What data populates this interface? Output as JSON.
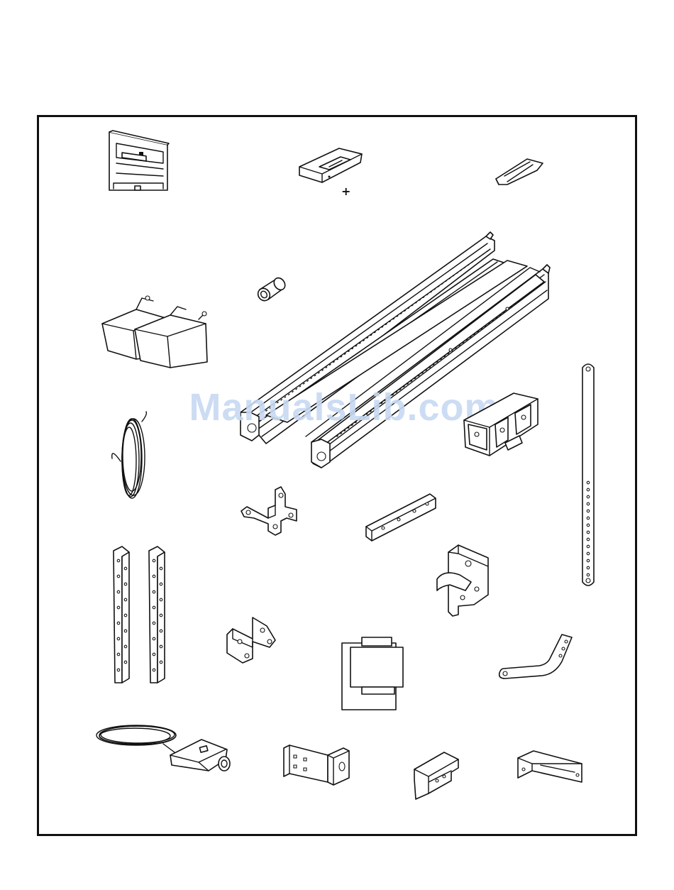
{
  "watermark": {
    "text": "ManualsLib.com"
  },
  "remote_marker": {
    "text": "+"
  },
  "parts": [
    {
      "id": "door-control",
      "icon": "door-control-icon"
    },
    {
      "id": "remote-control",
      "icon": "remote-control-icon"
    },
    {
      "id": "visor-clip",
      "icon": "visor-clip-icon"
    },
    {
      "id": "light-lenses",
      "icon": "light-lens-icon"
    },
    {
      "id": "rail-coupler",
      "icon": "rail-coupler-icon"
    },
    {
      "id": "rail-sections",
      "icon": "rail-sections-icon"
    },
    {
      "id": "trolley",
      "icon": "trolley-icon"
    },
    {
      "id": "straight-door-arm",
      "icon": "straight-door-arm-icon"
    },
    {
      "id": "bell-wire",
      "icon": "bell-wire-icon"
    },
    {
      "id": "header-bracket",
      "icon": "header-bracket-icon"
    },
    {
      "id": "idler-pulley-bracket",
      "icon": "idler-pulley-bracket-icon"
    },
    {
      "id": "door-bracket",
      "icon": "door-bracket-icon"
    },
    {
      "id": "hanging-brackets",
      "icon": "hanging-brackets-icon"
    },
    {
      "id": "door-control-bracket",
      "icon": "door-control-bracket-icon"
    },
    {
      "id": "hardware-bags",
      "icon": "hardware-bags-icon"
    },
    {
      "id": "curved-door-arm",
      "icon": "curved-door-arm-icon"
    },
    {
      "id": "safety-sensor",
      "icon": "safety-sensor-icon"
    },
    {
      "id": "sensor-bracket",
      "icon": "sensor-bracket-icon"
    },
    {
      "id": "u-bracket",
      "icon": "u-bracket-icon"
    },
    {
      "id": "angle-bracket",
      "icon": "angle-bracket-icon"
    }
  ]
}
